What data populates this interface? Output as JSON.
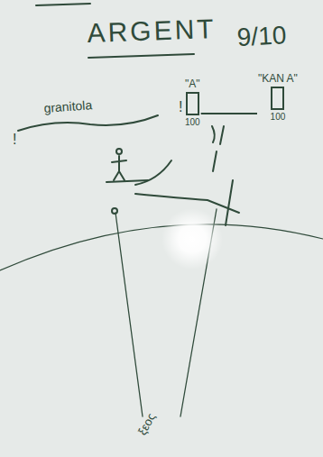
{
  "diagram": {
    "title": "ARGENT",
    "nodes": [
      {
        "text": [
          "\"A\"",
          "100"
        ]
      },
      {
        "text": [
          "\"KAN A\"",
          "100"
        ]
      }
    ],
    "edges": [
      {
        "from": 0,
        "to": 1,
        "arrow": "none"
      }
    ],
    "labels": [
      "9/10",
      "granitola",
      "!",
      "!",
      "ξεος"
    ]
  }
}
